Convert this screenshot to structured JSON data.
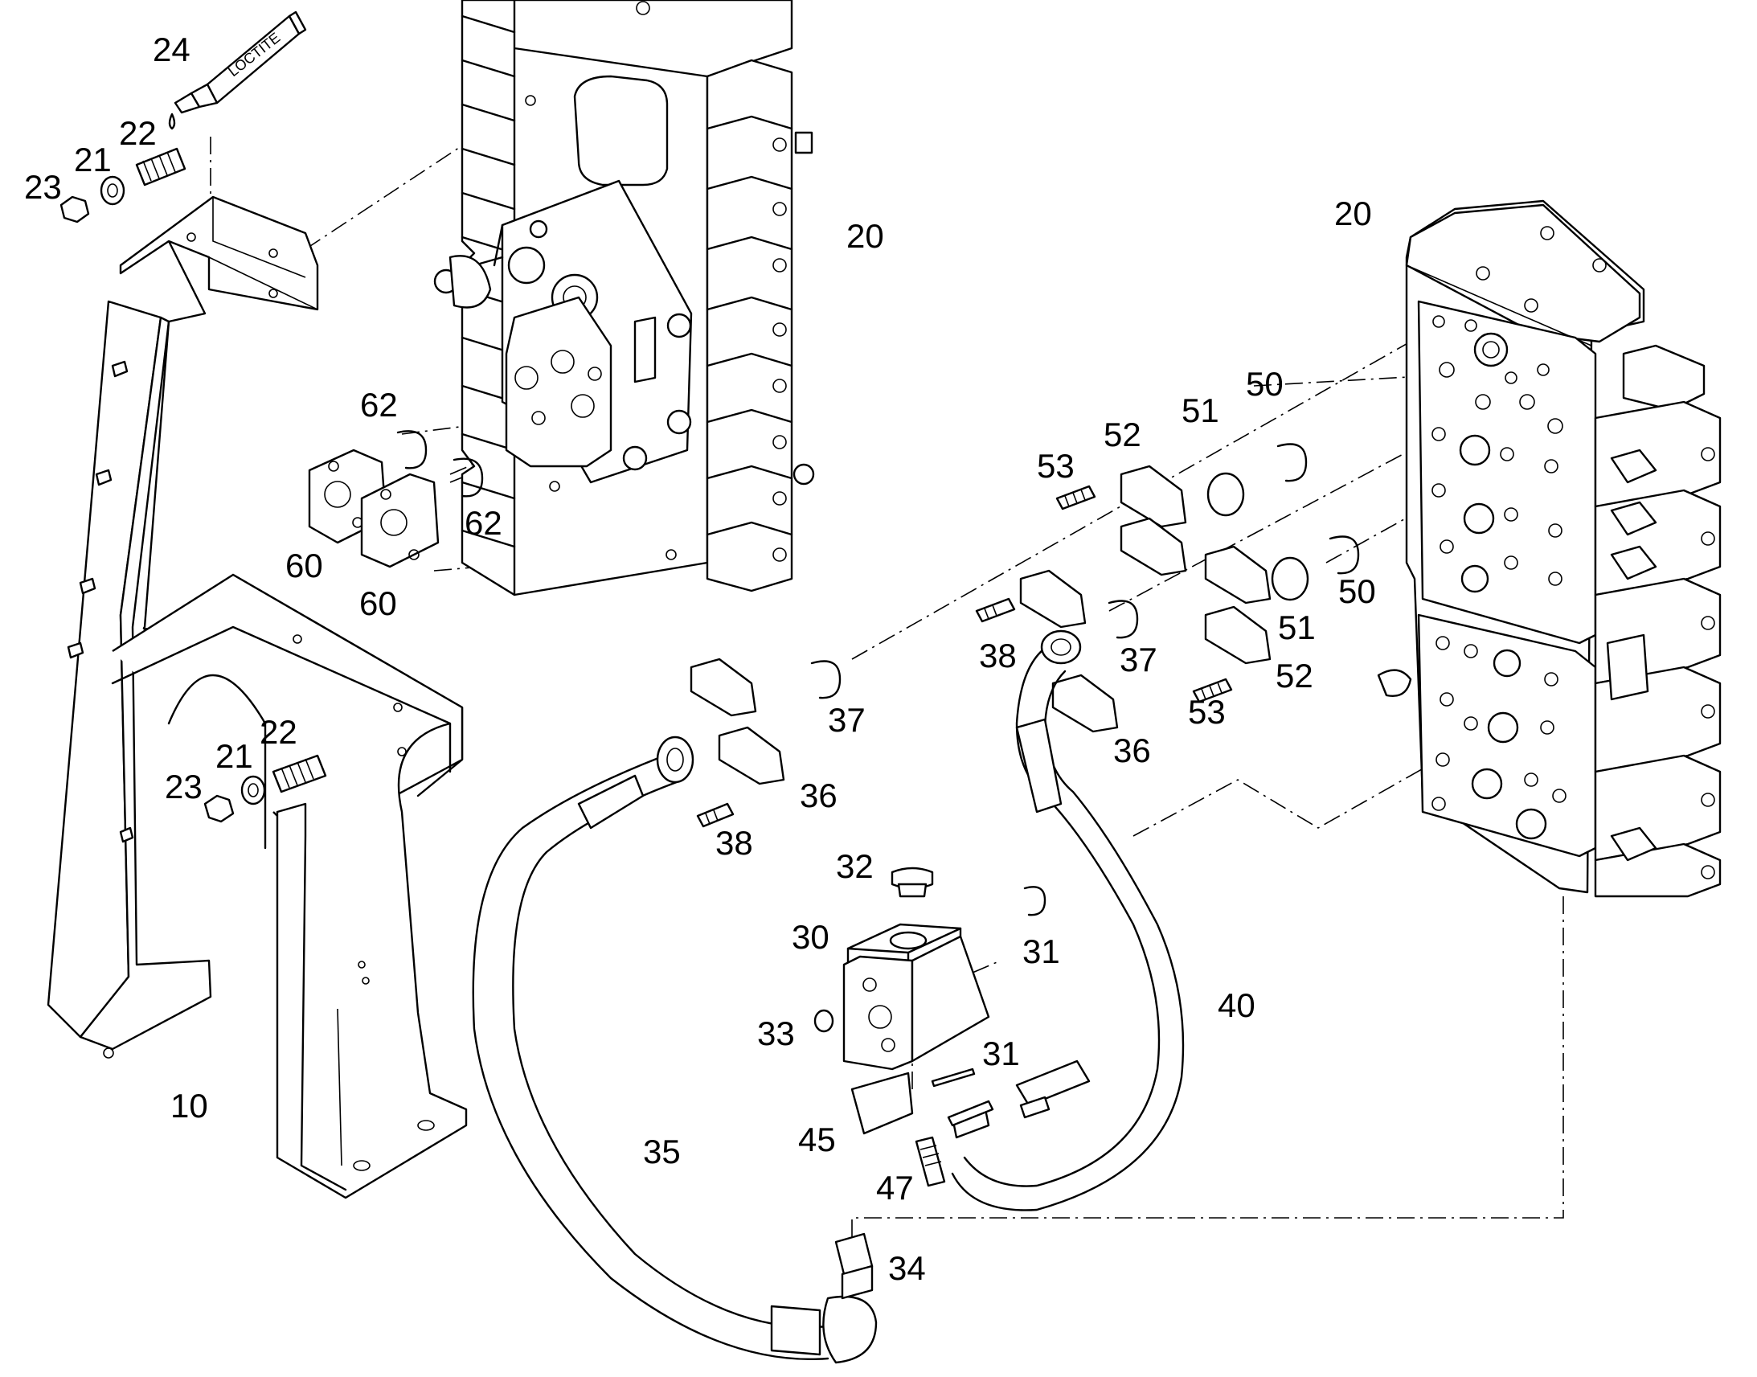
{
  "tube_label": "LOCTITE",
  "callouts": {
    "c24": "24",
    "c22a": "22",
    "c21a": "21",
    "c23a": "23",
    "c20a": "20",
    "c20b": "20",
    "c62a": "62",
    "c62b": "62",
    "c60a": "60",
    "c60b": "60",
    "c53a": "53",
    "c52a": "52",
    "c51a": "51",
    "c50a": "50",
    "c50b": "50",
    "c51b": "51",
    "c52b": "52",
    "c53b": "53",
    "c38a": "38",
    "c37a": "37",
    "c36a": "36",
    "c37b": "37",
    "c36b": "36",
    "c38b": "38",
    "c22b": "22",
    "c21b": "21",
    "c23b": "23",
    "c32": "32",
    "c30": "30",
    "c31a": "31",
    "c33": "33",
    "c31b": "31",
    "c40": "40",
    "c10": "10",
    "c35": "35",
    "c45": "45",
    "c47": "47",
    "c34": "34"
  }
}
